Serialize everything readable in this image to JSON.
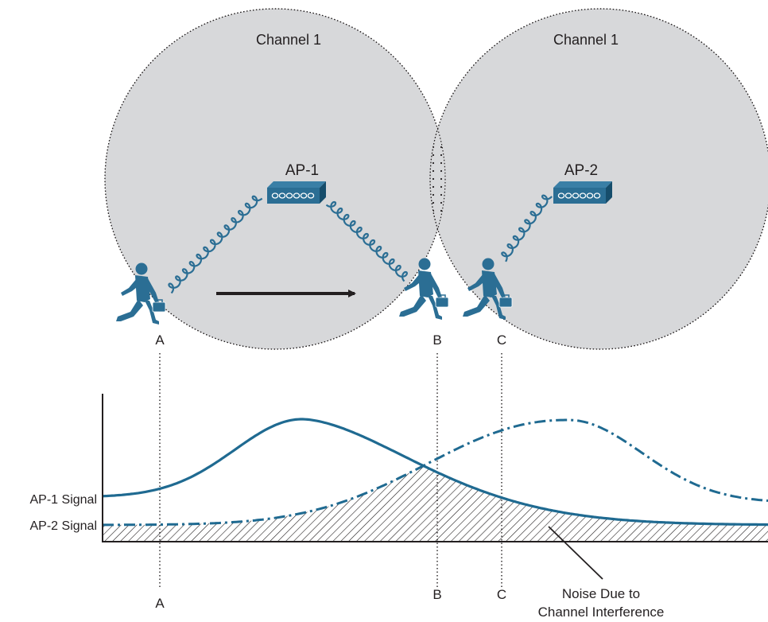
{
  "cells": [
    {
      "label": "Channel 1"
    },
    {
      "label": "Channel 1"
    }
  ],
  "access_points": [
    {
      "label": "AP-1"
    },
    {
      "label": "AP-2"
    }
  ],
  "positions": {
    "top": [
      "A",
      "B",
      "C"
    ],
    "bottom": [
      "A",
      "B",
      "C"
    ]
  },
  "graph": {
    "signal_labels": [
      "AP-1 Signal",
      "AP-2 Signal"
    ],
    "noise_note": [
      "Noise Due to",
      "Channel Interference"
    ]
  },
  "colors": {
    "cell_fill": "#d7d8da",
    "signal_blue": "#1f6a91",
    "figure_blue": "#2b6e94",
    "text": "#231f20"
  },
  "icons": [
    "wireless-access-point-icon",
    "walking-user-icon",
    "signal-wave-icon",
    "movement-arrow-icon"
  ]
}
